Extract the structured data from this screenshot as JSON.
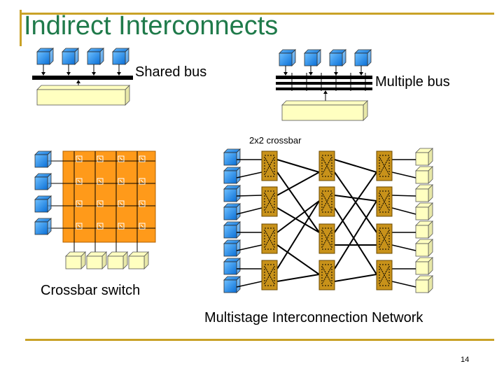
{
  "title": "Indirect Interconnects",
  "labels": {
    "shared_bus": "Shared bus",
    "multiple_bus": "Multiple bus",
    "crossbar_2x2": "2x2 crossbar",
    "crossbar_switch": "Crossbar switch",
    "multistage": "Multistage Interconnection Network"
  },
  "page_number": "14",
  "colors": {
    "title": "#1f7a4a",
    "rule": "#c9a227",
    "processor": "#1e90ff",
    "memory": "#ffffc0",
    "crossbar_fill": "#ff9a1a",
    "switch_fill": "#c8921a",
    "bus": "#000000"
  }
}
